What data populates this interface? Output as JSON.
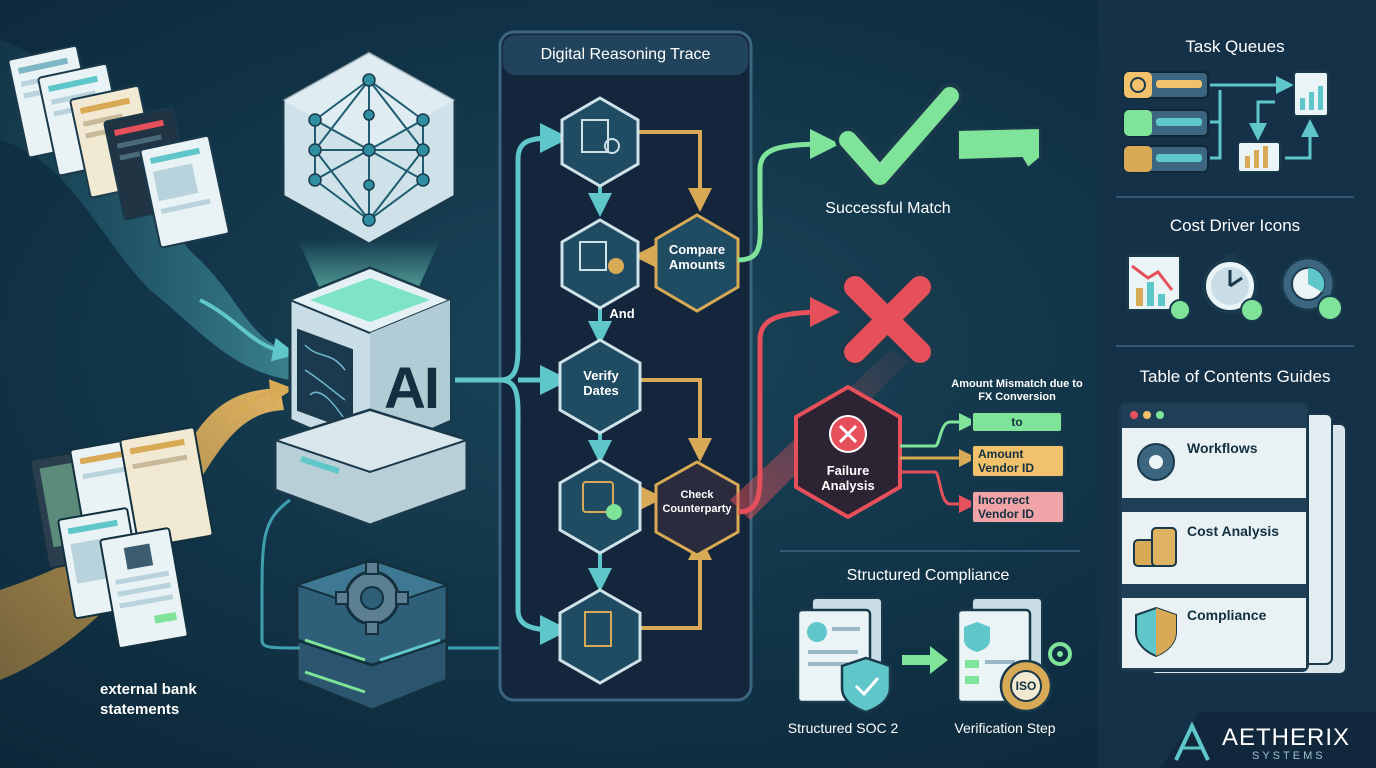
{
  "reasoning_trace": {
    "title": "Digital Reasoning Trace",
    "compare_amounts": "Compare Amounts",
    "and_label": "And",
    "verify_dates": "Verify Dates",
    "check_counterparty": "Check Counterparty"
  },
  "ai_core": {
    "label": "AI"
  },
  "inputs": {
    "bank_statements": "external bank statements"
  },
  "outcomes": {
    "success": "Successful Match",
    "failure": "Failure Analysis",
    "mismatch_note": "Amount Mismatch due to FX Conversion",
    "tags": [
      "to",
      "Amount Vendor ID",
      "Incorrect Vendor ID"
    ]
  },
  "compliance": {
    "title": "Structured Compliance",
    "soc2": "Structured SOC 2",
    "verification": "Verification Step",
    "iso_badge": "ISO"
  },
  "sidebar": {
    "task_queues": "Task Queues",
    "cost_driver_icons": "Cost Driver Icons",
    "toc_guides": "Table of Contents Guides",
    "toc_items": [
      "Workflows",
      "Cost Analysis",
      "Compliance"
    ]
  },
  "brand": {
    "name": "AETHERIX",
    "sub": "SYSTEMS"
  },
  "colors": {
    "teal": "#5fc7c9",
    "gold": "#d9aa55",
    "green": "#7fe39a",
    "red": "#e5505a",
    "panel": "#1d3550"
  }
}
